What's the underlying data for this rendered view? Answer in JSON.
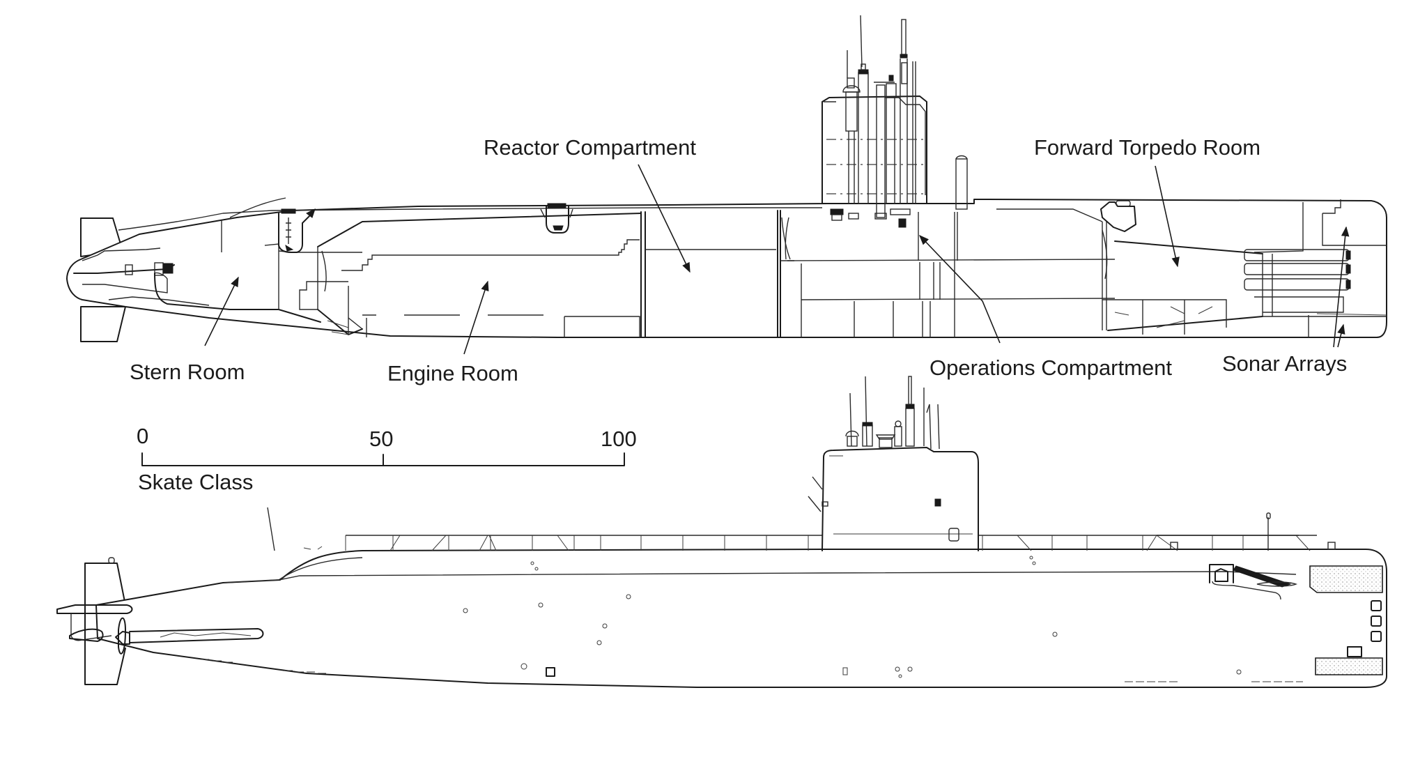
{
  "diagram": {
    "title": "Skate Class",
    "views": [
      "cutaway-profile",
      "external-profile"
    ],
    "labels": {
      "reactor_compartment": "Reactor Compartment",
      "forward_torpedo_room": "Forward Torpedo Room",
      "stern_room": "Stern Room",
      "engine_room": "Engine Room",
      "operations_compartment": "Operations Compartment",
      "sonar_arrays": "Sonar Arrays"
    },
    "scale_bar": {
      "caption": "Skate Class",
      "ticks": [
        "0",
        "50",
        "100"
      ]
    },
    "colors": {
      "ink": "#1a1a1a",
      "paper": "#ffffff"
    }
  }
}
